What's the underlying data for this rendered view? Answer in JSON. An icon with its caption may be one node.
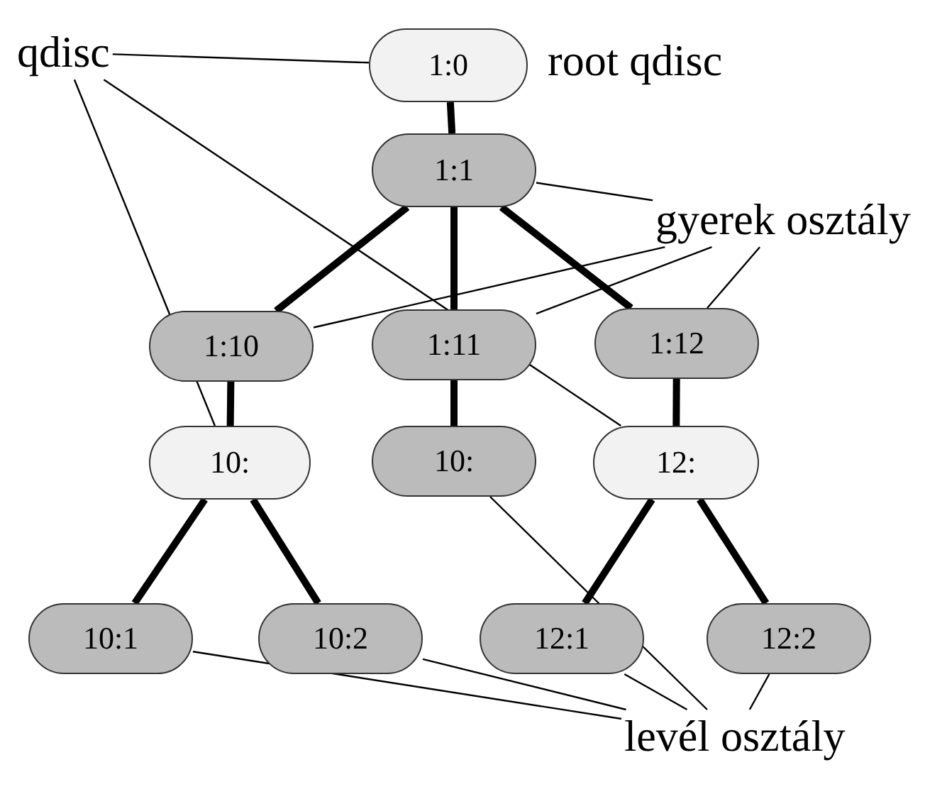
{
  "diagram": {
    "nodes": [
      {
        "text": [
          "1:0"
        ],
        "beside": [
          "root qdisc"
        ]
      },
      {
        "text": [
          "1:1"
        ]
      },
      {
        "text": [
          "1:10"
        ]
      },
      {
        "text": [
          "1:11"
        ]
      },
      {
        "text": [
          "1:12"
        ]
      },
      {
        "text": [
          "10:"
        ]
      },
      {
        "text": [
          "10:"
        ]
      },
      {
        "text": [
          "12:"
        ]
      },
      {
        "text": [
          "10:1"
        ]
      },
      {
        "text": [
          "10:2"
        ]
      },
      {
        "text": [
          "12:1"
        ]
      },
      {
        "text": [
          "12:2"
        ]
      },
      {
        "text": [
          "qdisc"
        ]
      },
      {
        "text": [
          "gyerek osztály"
        ]
      },
      {
        "text": [
          "levél osztály"
        ]
      }
    ],
    "edges": [
      {
        "from": 0,
        "to": 1,
        "arrow": "none",
        "style": "thick"
      },
      {
        "from": 1,
        "to": 2,
        "arrow": "none",
        "style": "thick"
      },
      {
        "from": 1,
        "to": 3,
        "arrow": "none",
        "style": "thick"
      },
      {
        "from": 1,
        "to": 4,
        "arrow": "none",
        "style": "thick"
      },
      {
        "from": 2,
        "to": 5,
        "arrow": "none",
        "style": "thick"
      },
      {
        "from": 3,
        "to": 6,
        "arrow": "none",
        "style": "thick"
      },
      {
        "from": 4,
        "to": 7,
        "arrow": "none",
        "style": "thick"
      },
      {
        "from": 5,
        "to": 8,
        "arrow": "none",
        "style": "thick"
      },
      {
        "from": 5,
        "to": 9,
        "arrow": "none",
        "style": "thick"
      },
      {
        "from": 7,
        "to": 10,
        "arrow": "none",
        "style": "thick"
      },
      {
        "from": 7,
        "to": 11,
        "arrow": "none",
        "style": "thick"
      },
      {
        "from": 12,
        "to": 0,
        "arrow": "none"
      },
      {
        "from": 12,
        "to": 5,
        "arrow": "none"
      },
      {
        "from": 12,
        "to": 7,
        "arrow": "none"
      },
      {
        "from": 13,
        "to": 1,
        "arrow": "none"
      },
      {
        "from": 13,
        "to": 2,
        "arrow": "none"
      },
      {
        "from": 13,
        "to": 3,
        "arrow": "none"
      },
      {
        "from": 13,
        "to": 4,
        "arrow": "none"
      },
      {
        "from": 14,
        "to": 8,
        "arrow": "none"
      },
      {
        "from": 14,
        "to": 9,
        "arrow": "none"
      },
      {
        "from": 14,
        "to": 6,
        "arrow": "none"
      },
      {
        "from": 14,
        "to": 10,
        "arrow": "none"
      },
      {
        "from": 14,
        "to": 11,
        "arrow": "none"
      }
    ]
  }
}
